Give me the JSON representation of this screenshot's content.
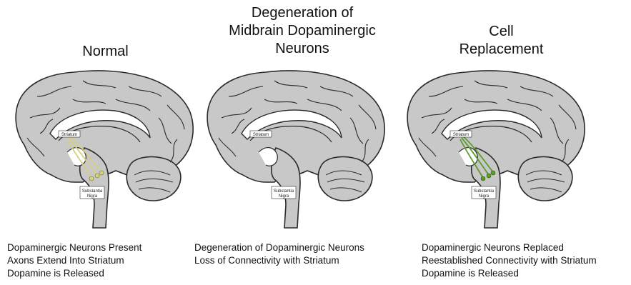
{
  "panels": [
    {
      "id": "normal",
      "title_lines": [
        "Normal"
      ],
      "striatum_label": "Striatum",
      "nigra_label_lines": [
        "Substantia",
        "Nigra"
      ],
      "pathway_color": "#d8cf86",
      "caption_lines": [
        "Dopaminergic Neurons Present",
        "Axons Extend Into Striatum",
        "Dopamine is Released"
      ]
    },
    {
      "id": "degeneration",
      "title_lines": [
        "Degeneration of",
        "Midbrain Dopaminergic",
        "Neurons"
      ],
      "striatum_label": "Striatum",
      "nigra_label_lines": [
        "Substantia",
        "Nigra"
      ],
      "pathway_color": "",
      "caption_lines": [
        "Degeneration of Dopaminergic Neurons",
        "Loss of Connectivity with Striatum"
      ]
    },
    {
      "id": "replacement",
      "title_lines": [
        "Cell",
        "Replacement"
      ],
      "striatum_label": "Striatum",
      "nigra_label_lines": [
        "Substantia",
        "Nigra"
      ],
      "pathway_color": "#5e9a32",
      "caption_lines": [
        "Dopaminergic Neurons Replaced",
        "Reestablished Connectivity with Striatum",
        "Dopamine is Released"
      ]
    }
  ],
  "colors": {
    "brain_fill": "#c8c8c8",
    "outline": "#2a2a2a",
    "label_box": "#ffffff"
  }
}
